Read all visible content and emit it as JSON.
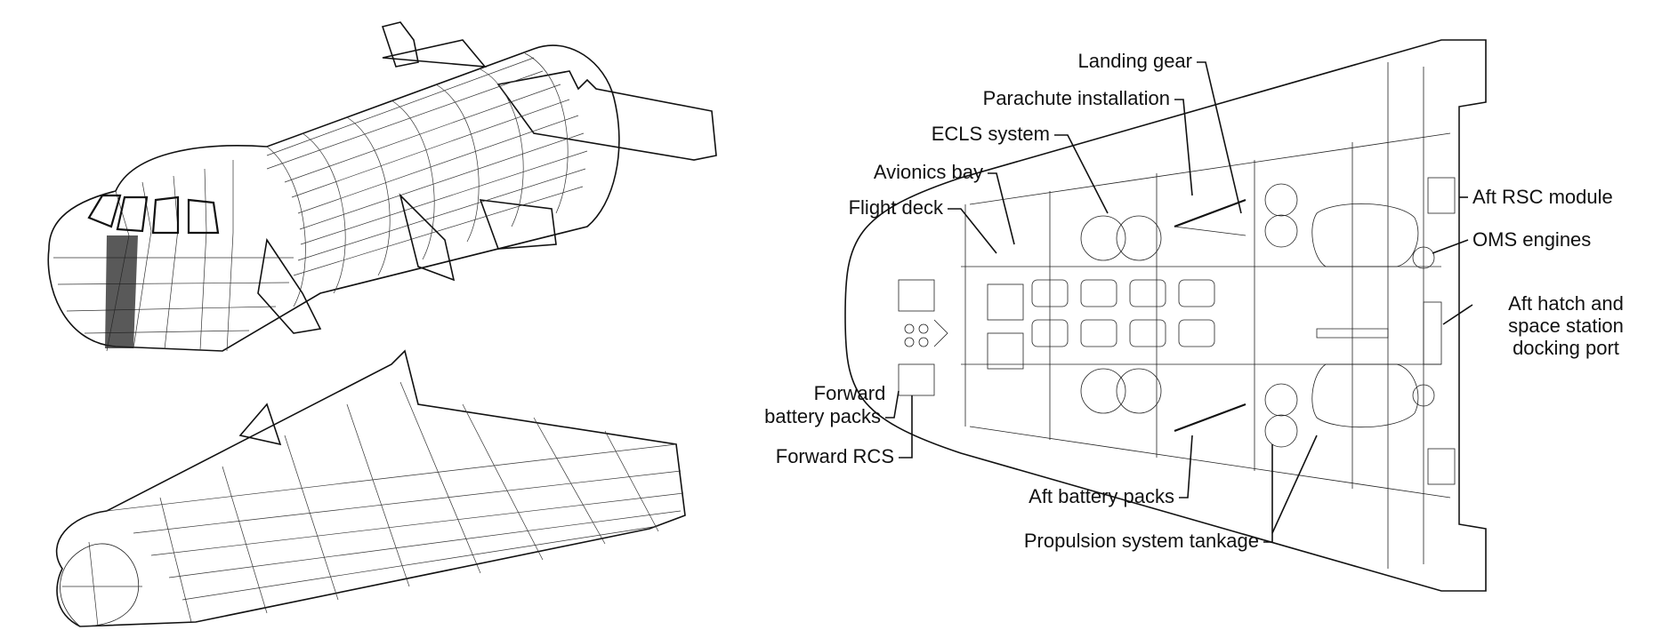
{
  "labels": {
    "landing_gear": "Landing gear",
    "parachute": "Parachute installation",
    "ecls": "ECLS system",
    "avionics": "Avionics bay",
    "flight_deck": "Flight deck",
    "forward_battery_1": "Forward",
    "forward_battery_2": "battery packs",
    "forward_rcs": "Forward RCS",
    "aft_battery": "Aft battery packs",
    "propulsion": "Propulsion system tankage",
    "aft_rsc": "Aft RSC module",
    "oms": "OMS engines",
    "aft_hatch_1": "Aft hatch and",
    "aft_hatch_2": "space station",
    "aft_hatch_3": "docking port"
  }
}
